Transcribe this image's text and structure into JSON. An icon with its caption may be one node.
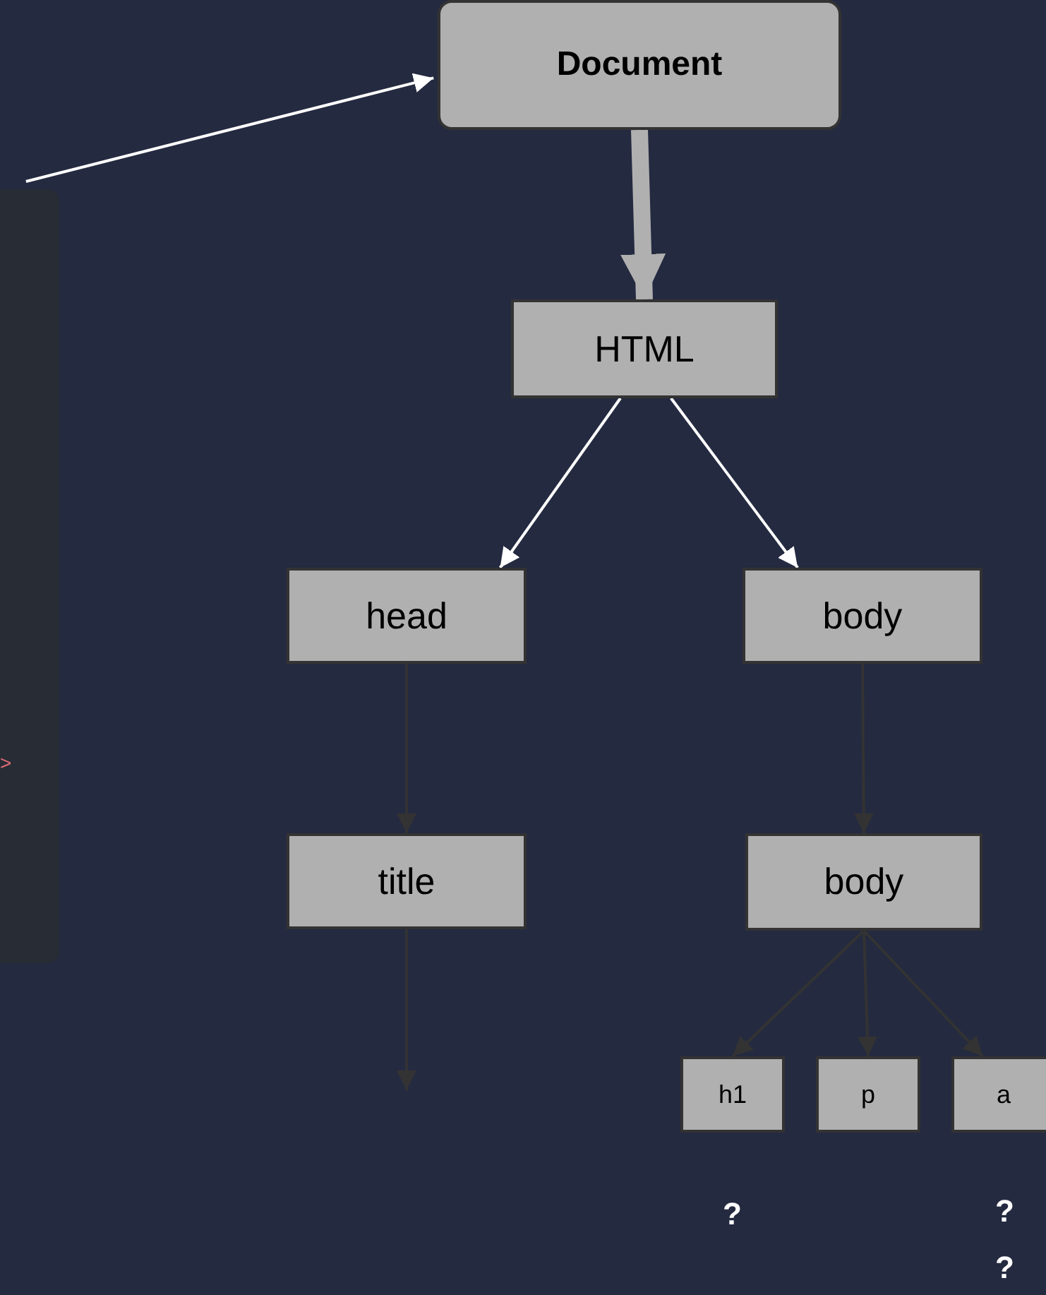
{
  "diagram": {
    "nodes": [
      {
        "text": [],
        "shape": "box"
      },
      {
        "text": [
          "Document"
        ]
      },
      {
        "text": [
          "HTML"
        ]
      },
      {
        "text": [
          "head"
        ]
      },
      {
        "text": [
          "body"
        ]
      },
      {
        "text": [
          "title"
        ]
      },
      {
        "text": [
          "body"
        ]
      },
      {
        "text": [
          "h1"
        ]
      },
      {
        "text": [
          "p"
        ]
      },
      {
        "text": [
          "a"
        ]
      }
    ],
    "edges": [
      {
        "from": 0,
        "to": 1,
        "arrow": "to",
        "color": "#ffffff"
      },
      {
        "from": 1,
        "to": 2,
        "arrow": "to",
        "style": "thick",
        "color": "#b0b0b0"
      },
      {
        "from": 2,
        "to": 3,
        "arrow": "to",
        "color": "#ffffff"
      },
      {
        "from": 2,
        "to": 4,
        "arrow": "to",
        "color": "#ffffff"
      },
      {
        "from": 3,
        "to": 5,
        "arrow": "to"
      },
      {
        "from": 4,
        "to": 6,
        "arrow": "to"
      },
      {
        "from": 5,
        "to": null,
        "arrow": "to"
      },
      {
        "from": 6,
        "to": 7,
        "arrow": "to"
      },
      {
        "from": 6,
        "to": 8,
        "arrow": "to"
      },
      {
        "from": 6,
        "to": 9,
        "arrow": "to"
      }
    ],
    "labels": [
      ">",
      "?",
      "?",
      "?"
    ]
  }
}
